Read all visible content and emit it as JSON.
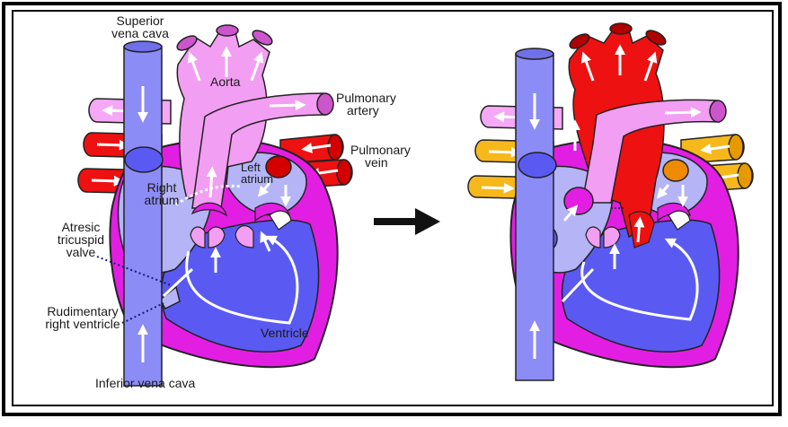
{
  "labels": {
    "superior_vena_cava": [
      "Superior",
      "vena cava"
    ],
    "aorta": "Aorta",
    "pulmonary_artery": [
      "Pulmonary",
      "artery"
    ],
    "pulmonary_vein": [
      "Pulmonary",
      "vein"
    ],
    "left_atrium": [
      "Left",
      "atrium"
    ],
    "right_atrium": [
      "Right",
      "atrium"
    ],
    "atresic_tricuspid_valve": [
      "Atresic",
      "tricuspid",
      "valve"
    ],
    "rudimentary_right_ventricle": [
      "Rudimentary",
      "right ventricle"
    ],
    "ventricle": "Ventricle",
    "inferior_vena_cava": "Inferior vena cava"
  },
  "colors": {
    "vena_cava": "#8c8cf7",
    "aorta_pink": "#f29ef2",
    "magenta_wall": "#e31ee3",
    "ventricle_blue": "#5a5af2",
    "atrium_lavender": "#b4b4f7",
    "red_vessel": "#ee1111",
    "orange_vessel": "#f7b81c",
    "arrow": "#111111"
  },
  "icons": {
    "transition_arrow": "right-arrow-icon",
    "flow_arrows": "white-arrow-icon"
  }
}
